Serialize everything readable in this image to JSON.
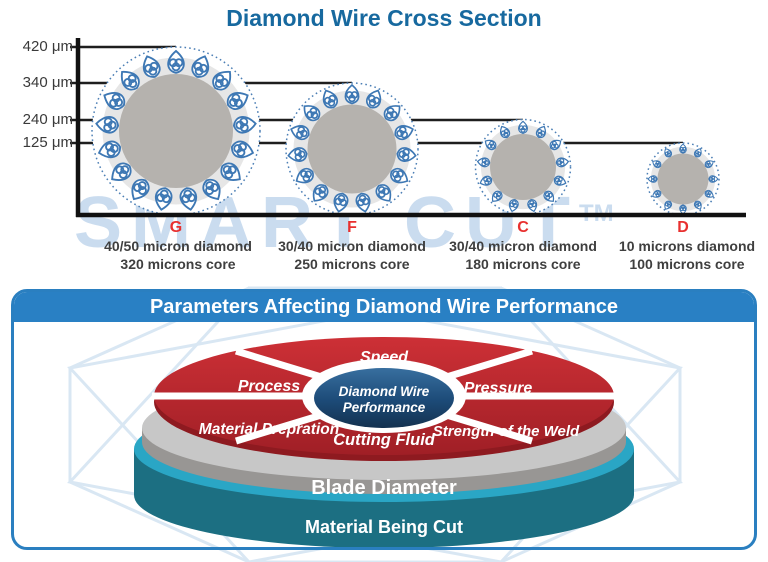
{
  "title": "Diamond Wire Cross Section",
  "watermark": {
    "text": "SMART CUT",
    "tm": "TM"
  },
  "cross_section": {
    "y_axis_ticks": [
      "420 μm",
      "340 μm",
      "240 μm",
      "125 μm"
    ],
    "wires": [
      {
        "grade": "G",
        "line1": "40/50 micron diamond",
        "line2": "320 microns core"
      },
      {
        "grade": "F",
        "line1": "30/40 micron diamond",
        "line2": "250 microns core"
      },
      {
        "grade": "C",
        "line1": "30/40 micron diamond",
        "line2": "180 microns core"
      },
      {
        "grade": "D",
        "line1": "10 microns diamond",
        "line2": "100 microns core"
      }
    ]
  },
  "chart_data": {
    "type": "diagram",
    "title": "Diamond Wire Cross Section",
    "y_ticks_um": [
      420,
      340,
      240,
      125
    ],
    "wires": [
      {
        "grade": "G",
        "outer_diameter_um": 420,
        "core_diameter_um": 320,
        "diamond_grit": "40/50 micron"
      },
      {
        "grade": "F",
        "outer_diameter_um": 340,
        "core_diameter_um": 250,
        "diamond_grit": "30/40 micron"
      },
      {
        "grade": "C",
        "outer_diameter_um": 240,
        "core_diameter_um": 180,
        "diamond_grit": "30/40 micron"
      },
      {
        "grade": "D",
        "outer_diameter_um": 125,
        "core_diameter_um": 100,
        "diamond_grit": "10 microns"
      }
    ]
  },
  "performance_panel": {
    "header": "Parameters Affecting Diamond Wire Performance",
    "hub": {
      "line1": "Diamond Wire",
      "line2": "Performance"
    },
    "segments": {
      "top": "Speed",
      "upper_left": "Process",
      "upper_right": "Pressure",
      "lower_left": "Material Prepration",
      "lower_right": "Strength of the Weld",
      "bottom": "Cutting Fluid"
    },
    "base_rings": {
      "middle": "Blade Diameter",
      "bottom": "Material Being Cut"
    }
  },
  "colors": {
    "title_blue": "#17699f",
    "panel_blue": "#2980c4",
    "grade_red": "#e8302f",
    "wheel_red": "#c0272e",
    "wheel_red_dark": "#8e1a20",
    "hub_navy": "#1c4a77",
    "gray_band": "#989694",
    "cyan_stripe": "#2aa6c5",
    "teal_band": "#1c6f82",
    "diamond_blue": "#3e78b4",
    "watermark_blue": "#9ec0e2"
  }
}
